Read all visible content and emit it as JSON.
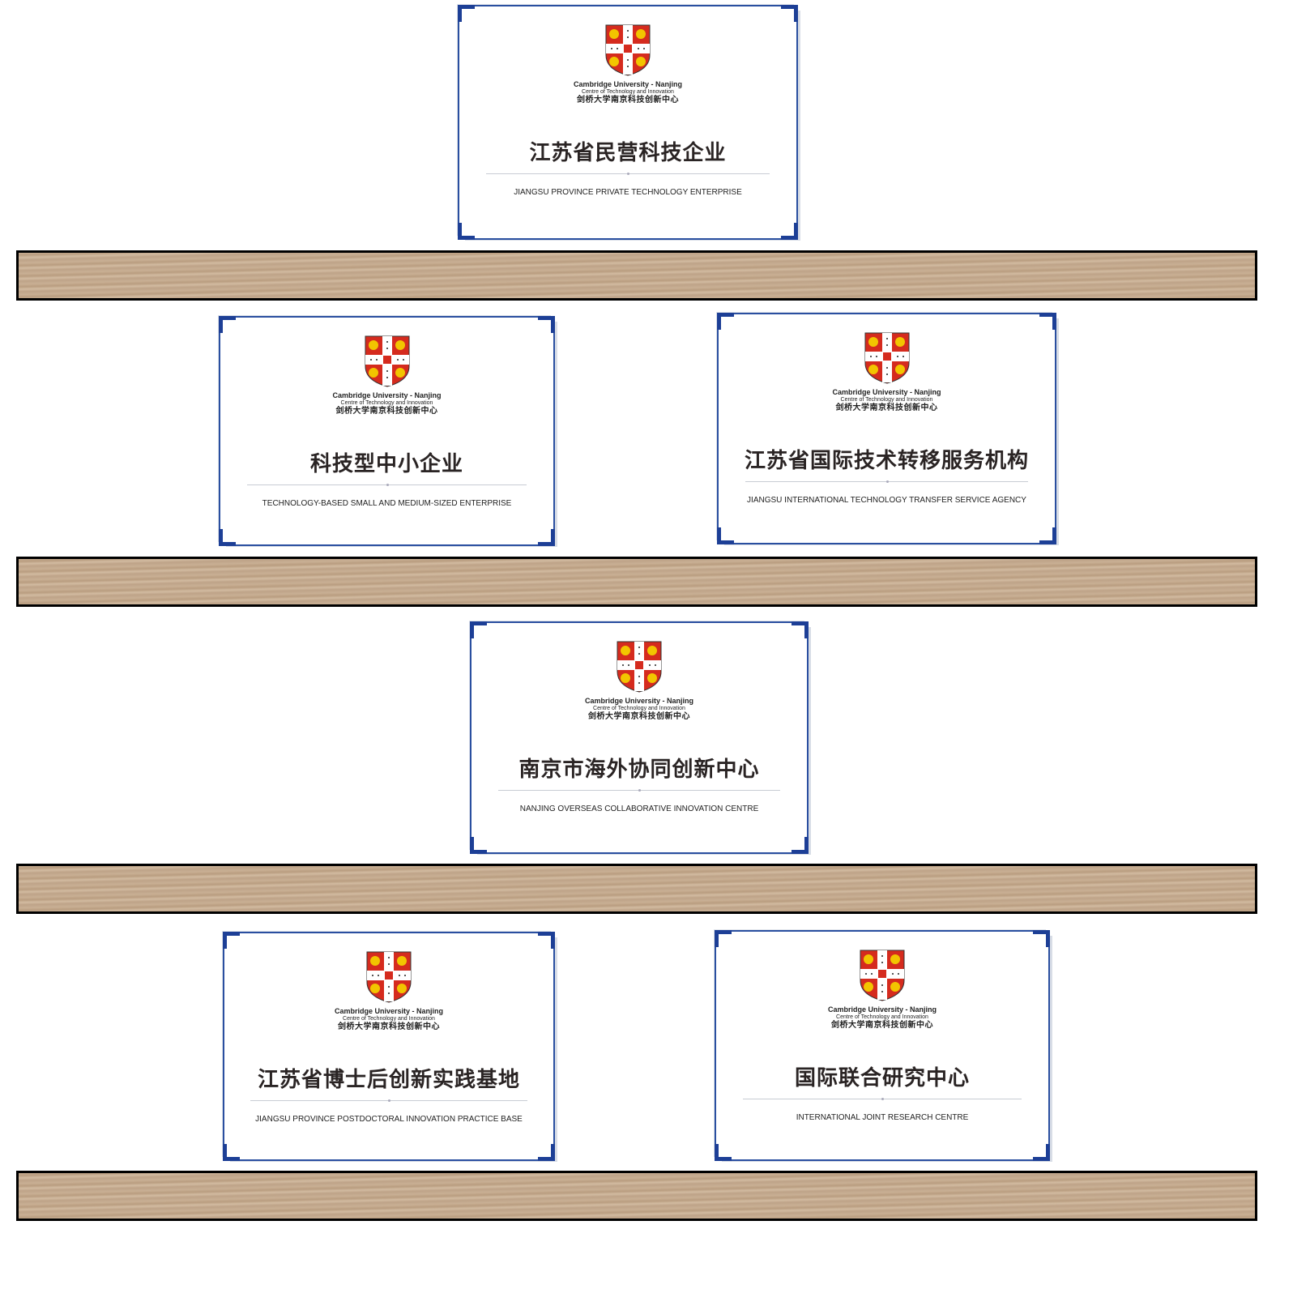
{
  "organization": {
    "line1": "Cambridge University - Nanjing",
    "line2": "Centre of Technology and Innovation",
    "line3": "剑桥大学南京科技创新中心"
  },
  "plaques": [
    {
      "title": "江苏省民营科技企业",
      "subtitle": "JIANGSU PROVINCE PRIVATE TECHNOLOGY ENTERPRISE"
    },
    {
      "title": "科技型中小企业",
      "subtitle": "TECHNOLOGY-BASED SMALL AND MEDIUM-SIZED ENTERPRISE"
    },
    {
      "title": "江苏省国际技术转移服务机构",
      "subtitle": "JIANGSU INTERNATIONAL TECHNOLOGY TRANSFER SERVICE AGENCY"
    },
    {
      "title": "南京市海外协同创新中心",
      "subtitle": "NANJING OVERSEAS COLLABORATIVE INNOVATION CENTRE"
    },
    {
      "title": "江苏省博士后创新实践基地",
      "subtitle": "JIANGSU PROVINCE POSTDOCTORAL INNOVATION PRACTICE BASE"
    },
    {
      "title": "国际联合研究中心",
      "subtitle": "INTERNATIONAL JOINT RESEARCH CENTRE"
    }
  ],
  "colors": {
    "frame": "#1d3f96",
    "shelf": "#c4a98c",
    "crest_red": "#d52b1e",
    "crest_gold": "#f2c500"
  }
}
